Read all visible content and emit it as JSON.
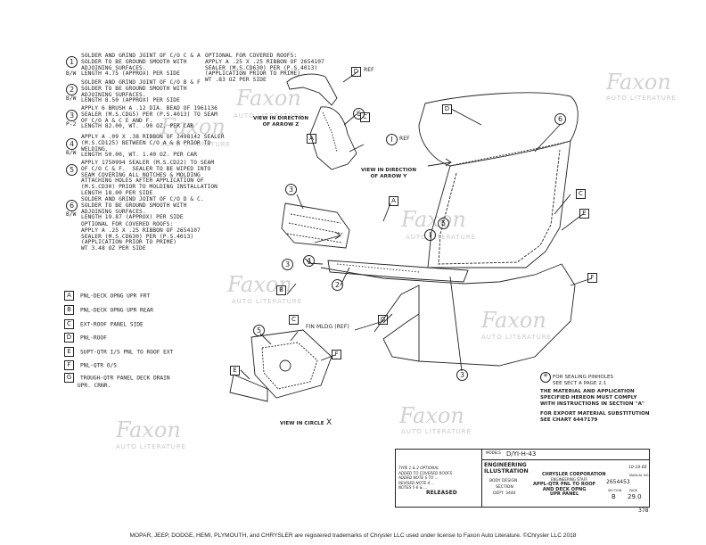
{
  "notes": [
    {
      "num": "1",
      "text": "SOLDER AND GRIND JOINT OF C/O C & A\nSOLDER TO BE GROUND SMOOTH WITH\nADJOINING SURFACES.\nLENGTH 4.75 (APPROX) PER SIDE",
      "side": "B/W"
    },
    {
      "num": "2",
      "text": "SOLDER AND GRIND JOINT OF C/O B & F\nSOLDER TO BE GROUND SMOOTH WITH\nADJOINING SURFACES.\nLENGTH 8.50 (APPROX) PER SIDE",
      "side": "B/W"
    },
    {
      "num": "3",
      "text": "APPLY 6 BRUSH A .12 DIA. BEAD OF 1961136\nSEALER (M.S.CDG5) PER (P.S.4013) TO SEAM\nOF C/O A & C E AND F.\nLENGTH 82.00, WT. .90 OZ. PER CAR",
      "side": "P-2"
    },
    {
      "num": "4",
      "text": "APPLY A .09 X .38 RIBBON OF 2498142 SEALER\n(M.S.CD125) BETWEEN C/O A & B PRIOR TO\nWELDING.\nLENGTH 50.00, WT. 1.40 OZ. PER CAR",
      "side": "B/W"
    },
    {
      "num": "5",
      "text": "APPLY 1750994 SEALER (M.S.CD22) TO SEAM\nOF C/O C & F.  SEALER TO BE WIPED INTO\nSEAM COVERING ALL NOTCHES & MOLDING\nATTACHING HOLES AFTER APPLICATION OF\n(M.S.CD30) PRIOR TO MOLDING INSTALLATION\nLENGTH 18.00 PER SIDE",
      "side": ""
    },
    {
      "num": "6",
      "text": "SOLDER AND GRIND JOINT OF C/O D & C.\nSOLDER TO BE GROUND SMOOTH WITH\nADJOINING SURFACES.\nLENGTH 19.87 (APPROX) PER SIDE",
      "side": "B/W"
    }
  ],
  "optional_note_1": "OPTIONAL FOR COVERED ROOFS:\nAPPLY A .25 X .25 RIBBON OF 2654107\nSEALER (M.S.CD630) PER (P.S.4013)\n(APPLICATION PRIOR TO PRIME)\nWT .83 OZ PER SIDE",
  "optional_note_6": "OPTIONAL FOR COVERED ROOFS:\nAPPLY A .25 X .25 RIBBON OF 2654107\nSEALER (M.S.CD630) PER (P.S.4013)\n(APPLICATION PRIOR TO PRIME)\nWT 3.48 OZ PER SIDE",
  "legend": [
    {
      "key": "A",
      "label": "PNL-DECK OPNG UPR FRT"
    },
    {
      "key": "B",
      "label": "PNL-DECK OPNG UPR REAR"
    },
    {
      "key": "C",
      "label": "EXT-ROOF PANEL SIDE"
    },
    {
      "key": "D",
      "label": "PNL-ROOF"
    },
    {
      "key": "E",
      "label": "SUPT-QTR I/S PNL TO ROOF EXT"
    },
    {
      "key": "F",
      "label": "PNL-QTR O/S"
    },
    {
      "key": "G",
      "label": "TROUGH-QTR PANEL DECK DRAIN\n    UPR. CRNR."
    }
  ],
  "view_labels": {
    "arrow_z": "VIEW IN DIRECTION\nOF ARROW Z",
    "arrow_y": "VIEW IN DIRECTION\nOF ARROW Y",
    "circle_x": "VIEW IN CIRCLE",
    "circle_x_letter": "X",
    "fin_mldg": "FIN MLDG (REF)",
    "ref_d": "REF",
    "ref_i": "REF"
  },
  "right_notes": {
    "pinholes": "FOR SEALING PINHOLES\nSEE SECT A PAGE 2.1",
    "material": "THE MATERIAL AND APPLICATION\nSPECIFIED HEREON MUST COMPLY\nWITH INSTRUCTIONS IN SECTION \"A\"",
    "export": "FOR EXPORT MATERIAL SUBSTITUTION\nSEE CHART 6447179"
  },
  "title_block": {
    "models": "D/YI-H-43",
    "models_label": "MODELS",
    "eng": "ENGINEERING\nILLUSTRATION",
    "corp": "CHRYSLER CORPORATION",
    "staff": "ENGINEERING STAFF",
    "body_design": "BODY DESIGN",
    "section": "SECTION",
    "dept": "DEPT. 3440",
    "released": "RELEASED",
    "title": "APPL-QTR PNL TO ROOF\nAND DECK OPNG\nUPR PANEL",
    "number": "2654453",
    "section_val": "B",
    "page_val": "29.0",
    "date": "10-18-66",
    "section_label": "SECTION",
    "page_label": "PAGE",
    "manual_label": "MANUAL NO."
  },
  "revisions": [
    "TYPE 1 & 2 OPTIONAL",
    "ADDED TO COVERED ROOFS",
    "ADDED NOTE S TO ...",
    "REVISED NOTE 4 ...",
    "NOTES 5-6 & ..."
  ],
  "sheet_no": "378",
  "footer": "MOPAR, JEEP, DODGE, HEMI, PLYMOUTH, and CHRYSLER are registered trademarks of Chrysler LLC used under license to Faxon Auto Literature. ©Chrysler LLC 2018",
  "watermark": {
    "brand": "Faxon",
    "sub": "AUTO LITERATURE"
  }
}
